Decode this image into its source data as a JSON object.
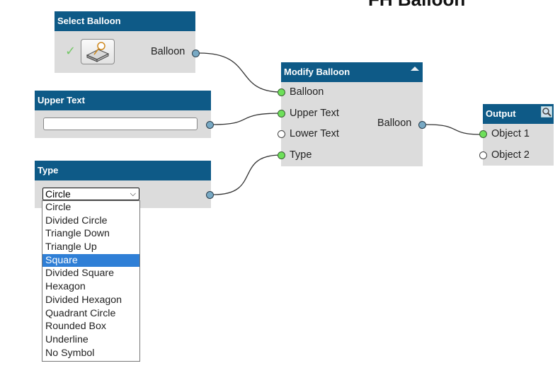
{
  "page_title": "FH Balloon",
  "nodes": {
    "select_balloon": {
      "title": "Select Balloon",
      "out_label": "Balloon"
    },
    "upper_text": {
      "title": "Upper Text",
      "value": ""
    },
    "type": {
      "title": "Type",
      "selected": "Circle",
      "options": [
        "Circle",
        "Divided Circle",
        "Triangle Down",
        "Triangle Up",
        "Square",
        "Divided Square",
        "Hexagon",
        "Divided Hexagon",
        "Quadrant Circle",
        "Rounded Box",
        "Underline",
        "No Symbol"
      ],
      "highlighted": "Square"
    },
    "modify_balloon": {
      "title": "Modify Balloon",
      "inputs": [
        "Balloon",
        "Upper Text",
        "Lower Text",
        "Type"
      ],
      "out_label": "Balloon"
    },
    "output": {
      "title": "Output",
      "inputs": [
        "Object 1",
        "Object 2"
      ]
    }
  },
  "colors": {
    "header": "#0e5a87",
    "node_bg": "#dcdcdc",
    "port_connected": "#6ee05a",
    "port_out": "#78a9c4",
    "highlight": "#2f7fd6"
  }
}
